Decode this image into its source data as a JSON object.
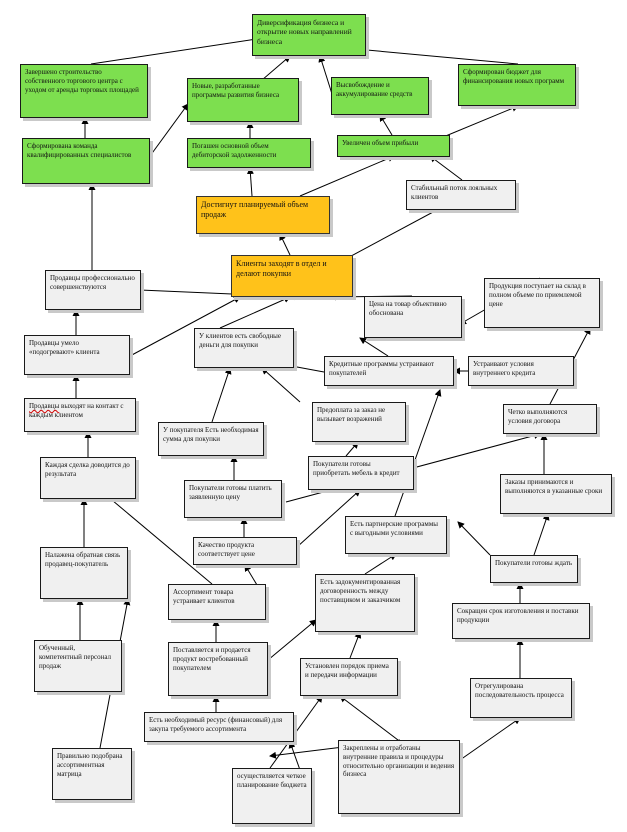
{
  "nodes": [
    {
      "id": "diversification",
      "text": "Диверсификация бизнеса и открытие новых направлений бизнеса",
      "style": "green"
    },
    {
      "id": "construction",
      "text": "Завершено строительство собственного торгового центра с уходом от аренды торговых площадей",
      "style": "green"
    },
    {
      "id": "new_programs",
      "text": "Новые, разработанные программы развития бизнеса",
      "style": "green"
    },
    {
      "id": "release_funds",
      "text": "Высвобождение и аккумулирование средств",
      "style": "green"
    },
    {
      "id": "budget",
      "text": "Сформирован бюджет для финансирования новых программ",
      "style": "green"
    },
    {
      "id": "team",
      "text": "Сформирована команда квалифицированных специалистов",
      "style": "green"
    },
    {
      "id": "debt_paid",
      "text": "Погашен основной объем дебиторской задолженности",
      "style": "green"
    },
    {
      "id": "profit_up",
      "text": "Увеличен объем прибыли",
      "style": "green"
    },
    {
      "id": "sales_reached",
      "text": "Достигнут планируемый объем продаж",
      "style": "orange"
    },
    {
      "id": "loyal_flow",
      "text": "Стабильный поток лояльных клиентов",
      "style": ""
    },
    {
      "id": "clients_come",
      "text": "Клиенты заходят в отдел и делают покупки",
      "style": "orange"
    },
    {
      "id": "sellers_improve",
      "text": "Продавцы профессионально совершенствуются",
      "style": ""
    },
    {
      "id": "price_ok",
      "text": "Цена на товар объективно обоснована",
      "style": ""
    },
    {
      "id": "stock_arrives",
      "text": "Продукция поступает на склад в полном объеме по приемлемой цене",
      "style": ""
    },
    {
      "id": "sellers_skill",
      "text": "Продавцы умело «подогревают» клиента",
      "style": ""
    },
    {
      "id": "clients_money",
      "text": "У клиентов есть свободные деньги для покупки",
      "style": ""
    },
    {
      "id": "credit_programs",
      "text": "Кредитные программы устраивают покупателей",
      "style": ""
    },
    {
      "id": "credit_terms",
      "text": "Устраивают условия внутреннего кредита",
      "style": ""
    },
    {
      "id": "sellers_contact",
      "text": "Продавцы выходят на контакт с каждым клиентом",
      "style": "",
      "wavy": "Продавцы"
    },
    {
      "id": "prepay",
      "text": "Предоплата за заказ не вызывает возражений",
      "style": ""
    },
    {
      "id": "contract_terms",
      "text": "Четко выполняются условия договора",
      "style": ""
    },
    {
      "id": "buyer_sum",
      "text": "У покупателя Есть необходимая сумма для покупки",
      "style": ""
    },
    {
      "id": "each_deal",
      "text": "Каждая сделка доводится до результата",
      "style": ""
    },
    {
      "id": "buyers_ready_furniture",
      "text": "Покупатели готовы приобретать мебель в кредит",
      "style": ""
    },
    {
      "id": "buyers_ready_pay",
      "text": "Покупатели готовы платить заявленную цену",
      "style": ""
    },
    {
      "id": "orders_accepted",
      "text": "Заказы принимаются и выполняются в указанные сроки",
      "style": ""
    },
    {
      "id": "partner_programs",
      "text": "Есть партнерские программы с выгодными условиями",
      "style": ""
    },
    {
      "id": "feedback",
      "text": "Налажена обратная связь продавец-покупатель",
      "style": ""
    },
    {
      "id": "quality",
      "text": "Качество продукта соответствует цене",
      "style": ""
    },
    {
      "id": "buyers_wait",
      "text": "Покупатели готовы ждать",
      "style": ""
    },
    {
      "id": "assortment",
      "text": "Ассортимент товара устраивает клиентов",
      "style": ""
    },
    {
      "id": "documented",
      "text": "Есть задокументированная договоренность между поставщиком и заказчиком",
      "style": ""
    },
    {
      "id": "short_terms",
      "text": "Сокращен срок изготовления и поставки продукции",
      "style": ""
    },
    {
      "id": "trained_staff",
      "text": "Обученный, компетентный персонал продаж",
      "style": ""
    },
    {
      "id": "supplied",
      "text": "Поставляется и продается продукт востребованный покупателем",
      "style": ""
    },
    {
      "id": "order_info",
      "text": "Установлен порядок приема и передачи информации",
      "style": ""
    },
    {
      "id": "process_seq",
      "text": "Отрегулирована последовательность процесса",
      "style": ""
    },
    {
      "id": "resource",
      "text": "Есть необходимый ресурс (финансовый) для закупа требуемого ассортимента",
      "style": ""
    },
    {
      "id": "matrix",
      "text": "Правильно подобрана ассортиментная матрица",
      "style": ""
    },
    {
      "id": "planning",
      "text": "осуществляется четкое планирование бюджета",
      "style": ""
    },
    {
      "id": "rules",
      "text": "Закреплены и отработаны внутренние правила и процедуры относительно организации и ведения бизнеса",
      "style": ""
    }
  ]
}
